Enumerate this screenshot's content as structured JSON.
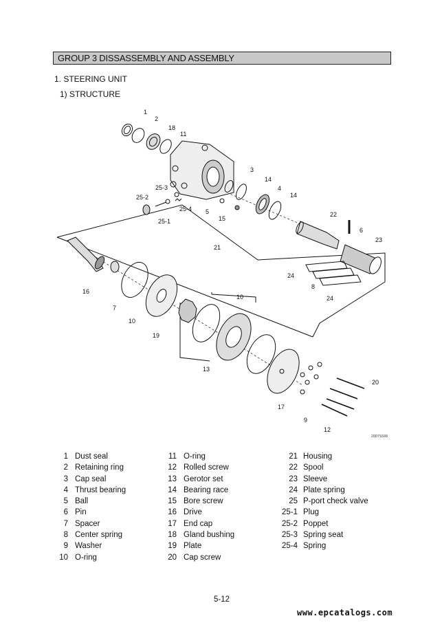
{
  "header": {
    "group_title": "GROUP  3  DISSASSEMBLY AND ASSEMBLY"
  },
  "section": {
    "title": "1. STEERING UNIT",
    "subtitle": "1) STRUCTURE"
  },
  "diagram": {
    "code": "20D7SS06",
    "callouts": [
      "1",
      "2",
      "18",
      "11",
      "3",
      "25-3",
      "25-2",
      "25-4",
      "25-1",
      "5",
      "15",
      "14",
      "4",
      "14",
      "22",
      "6",
      "21",
      "23",
      "24",
      "8",
      "24",
      "16",
      "7",
      "10",
      "19",
      "10",
      "13",
      "17",
      "9",
      "12",
      "20"
    ]
  },
  "parts": {
    "col1": [
      {
        "num": "1",
        "name": "Dust seal"
      },
      {
        "num": "2",
        "name": "Retaining ring"
      },
      {
        "num": "3",
        "name": "Cap seal"
      },
      {
        "num": "4",
        "name": "Thrust bearing"
      },
      {
        "num": "5",
        "name": "Ball"
      },
      {
        "num": "6",
        "name": "Pin"
      },
      {
        "num": "7",
        "name": "Spacer"
      },
      {
        "num": "8",
        "name": "Center spring"
      },
      {
        "num": "9",
        "name": "Washer"
      },
      {
        "num": "10",
        "name": "O-ring"
      }
    ],
    "col2": [
      {
        "num": "11",
        "name": "O-ring"
      },
      {
        "num": "12",
        "name": "Rolled screw"
      },
      {
        "num": "13",
        "name": "Gerotor set"
      },
      {
        "num": "14",
        "name": "Bearing race"
      },
      {
        "num": "15",
        "name": "Bore screw"
      },
      {
        "num": "16",
        "name": "Drive"
      },
      {
        "num": "17",
        "name": "End cap"
      },
      {
        "num": "18",
        "name": "Gland bushing"
      },
      {
        "num": "19",
        "name": "Plate"
      },
      {
        "num": "20",
        "name": "Cap screw"
      }
    ],
    "col3": [
      {
        "num": "21",
        "name": "Housing"
      },
      {
        "num": "22",
        "name": "Spool"
      },
      {
        "num": "23",
        "name": "Sleeve"
      },
      {
        "num": "24",
        "name": "Plate spring"
      },
      {
        "num": "25",
        "name": "P-port check valve"
      },
      {
        "num": "25-1",
        "name": "Plug"
      },
      {
        "num": "25-2",
        "name": "Poppet"
      },
      {
        "num": "25-3",
        "name": "Spring seat"
      },
      {
        "num": "25-4",
        "name": "Spring"
      }
    ]
  },
  "footer": {
    "page": "5-12",
    "watermark": "www.epcatalogs.com"
  }
}
